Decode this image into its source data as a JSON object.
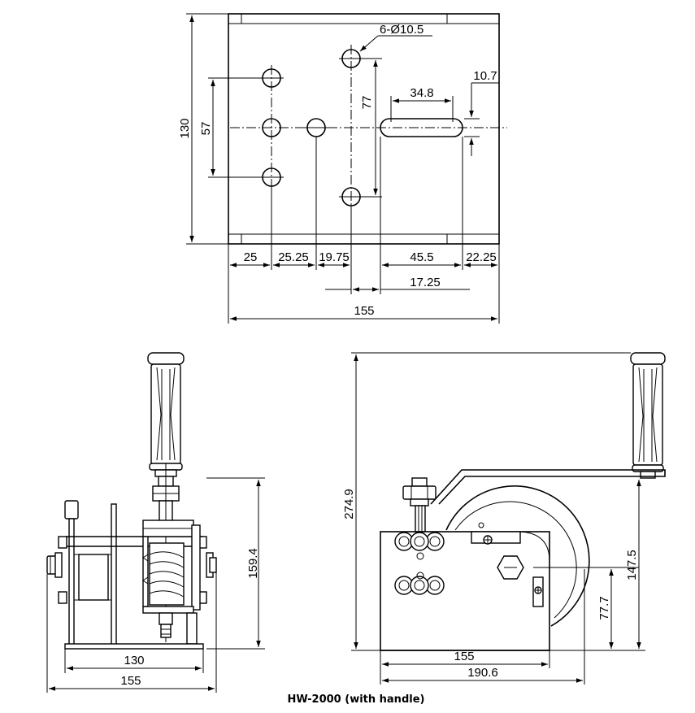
{
  "caption": "HW-2000 (with handle)",
  "top_view": {
    "hole_callout": "6-Ø10.5",
    "dimensions": {
      "height": "130",
      "hole_spacing_vertical": "57",
      "hole_offset_vertical": "77",
      "slot_length": "34.8",
      "slot_width": "10.7",
      "seg_1": "25",
      "seg_2": "25.25",
      "seg_3": "19.75",
      "seg_4": "45.5",
      "seg_5": "22.25",
      "offset": "17.25",
      "total_width": "155"
    }
  },
  "front_view": {
    "dimensions": {
      "height": "159.4",
      "base_width": "130",
      "total_width": "155"
    }
  },
  "side_view": {
    "dimensions": {
      "total_height": "274.9",
      "handle_height": "147.5",
      "axle_height": "77.7",
      "base_length": "155",
      "total_length": "190.6"
    }
  }
}
